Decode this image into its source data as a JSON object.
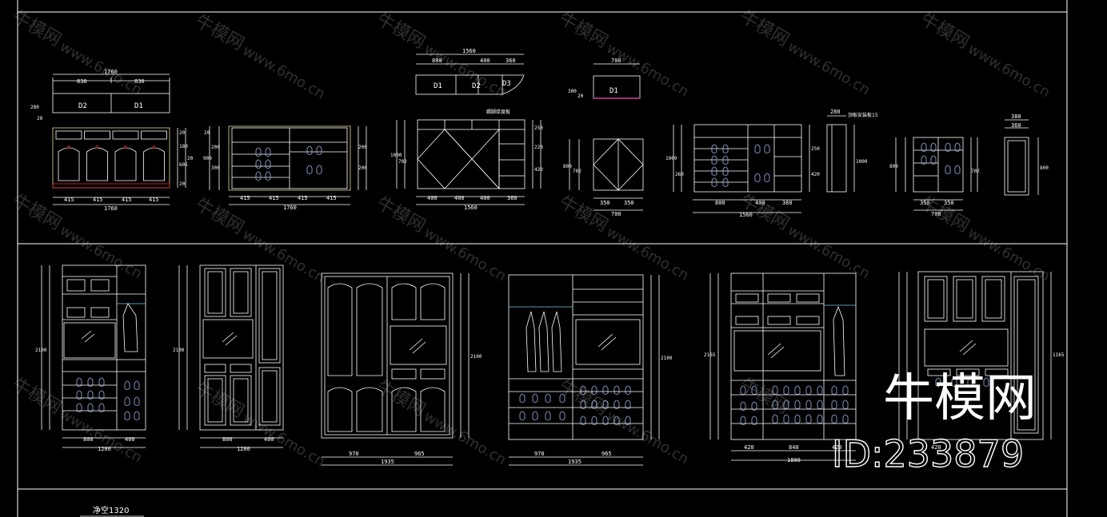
{
  "colors": {
    "background": "#000000",
    "line": "#ffffff",
    "shoe": "#9fb6e8",
    "accent_red": "#d23030",
    "accent_yellow": "#e8d890",
    "accent_magenta": "#d040a0",
    "rail": "#6fd2e0"
  },
  "top_row": {
    "unit1": {
      "total": "1760",
      "top_parts": [
        "830",
        "830"
      ],
      "bottom_parts": [
        "415",
        "415",
        "415",
        "415"
      ],
      "bottom_total": "1760",
      "side_dims": [
        "20",
        "20",
        "180",
        "605",
        "20"
      ],
      "plan_labels": [
        "D2",
        "D1"
      ],
      "plan_depth": [
        "280",
        "20"
      ]
    },
    "unit2": {
      "bottom_parts": [
        "415",
        "415",
        "415",
        "415"
      ],
      "bottom_total": "1760",
      "side_dims": [
        "20",
        "200",
        "300",
        "900",
        "200",
        "200"
      ]
    },
    "unit3": {
      "total": "1560",
      "top_parts": [
        "800",
        "400",
        "360"
      ],
      "bottom_parts": [
        "400",
        "400",
        "400",
        "360"
      ],
      "bottom_total": "1560",
      "plan_labels": [
        "D1",
        "D2",
        "D3"
      ],
      "note": "踢脚厚度板",
      "side_dims": [
        "250",
        "220",
        "420",
        "1000",
        "702"
      ]
    },
    "unit4": {
      "total": "700",
      "bottom_parts": [
        "350",
        "350"
      ],
      "bottom_total": "700",
      "plan_label": "D1",
      "side_dims": [
        "800",
        "702"
      ],
      "plan_depth": [
        "300",
        "20"
      ]
    },
    "unit5": {
      "bottom_parts": [
        "800",
        "400",
        "360"
      ],
      "bottom_total": "1560",
      "side_dims": [
        "1000",
        "250",
        "420",
        "260"
      ]
    },
    "unit6": {
      "top": "280",
      "note": "顶板安装板15",
      "side": "1000"
    },
    "unit7": {
      "bottom_parts": [
        "350",
        "350"
      ],
      "bottom_total": "700",
      "side_dims": [
        "800",
        "702"
      ]
    },
    "unit8": {
      "top_parts": [
        "380",
        "360"
      ],
      "side": "800"
    }
  },
  "bottom_row": {
    "w1": {
      "parts": [
        "800",
        "400"
      ],
      "total": "1200",
      "height": "2100"
    },
    "w2": {
      "parts": [
        "800",
        "400"
      ],
      "total": "1200",
      "height": "2100"
    },
    "w3": {
      "parts": [
        "970",
        "965"
      ],
      "total": "1935",
      "height": "2100"
    },
    "w4": {
      "parts": [
        "970",
        "965"
      ],
      "total": "1935",
      "height": "2100"
    },
    "w5": {
      "parts": [
        "420",
        "840",
        "420"
      ],
      "total": "1800",
      "height": "2165"
    },
    "w6": {
      "parts": [
        "420"
      ],
      "height": "1165"
    }
  },
  "bottom_label": "净空1320",
  "watermark": {
    "brand": "牛模网",
    "url": "www.6mo.cn"
  },
  "brand_big": "牛模网",
  "id_text": "ID:233879"
}
